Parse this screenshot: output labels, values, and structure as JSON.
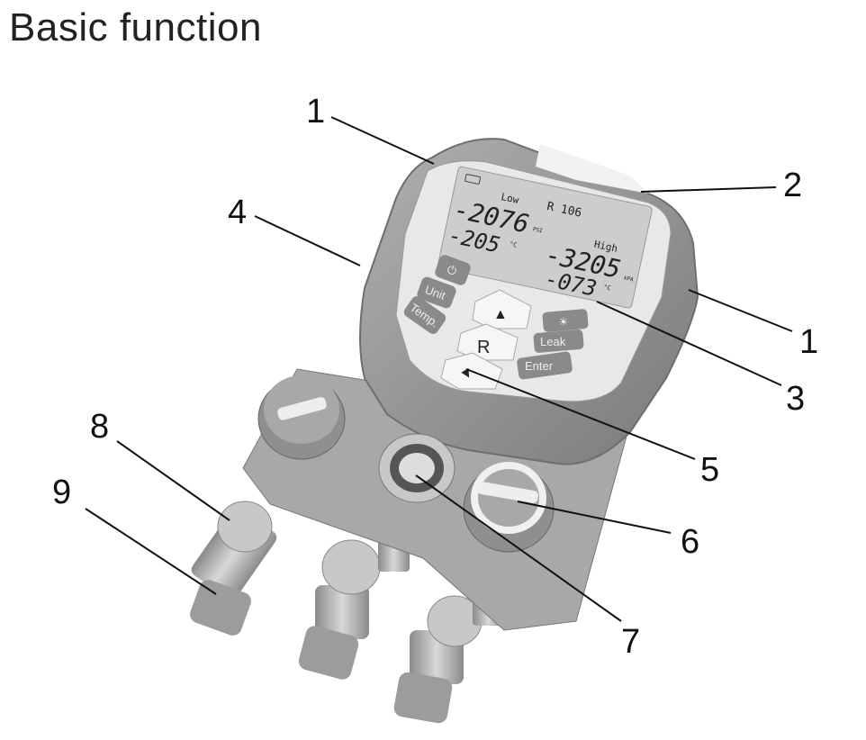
{
  "title": "Basic function",
  "callouts": [
    "1",
    "2",
    "4",
    "1",
    "3",
    "5",
    "6",
    "7",
    "8",
    "9"
  ],
  "lcd": {
    "low": "Low",
    "refrigerant": "R 106",
    "low_pressure": "-2076",
    "low_unit": "PSI",
    "high": "High",
    "high_pressure": "-3205",
    "high_unit": "kPA",
    "low_temp": "-205",
    "low_temp_unit": "°C",
    "high_temp": "-073",
    "high_temp_unit": "°C"
  },
  "buttons": {
    "power": "⏻",
    "unit": "Unit",
    "temp": "Temp.",
    "up": "▲",
    "r": "R",
    "down": "▼",
    "backlight": "☀",
    "leak": "Leak",
    "enter": "Enter"
  },
  "colors": {
    "body": "#9a9a9a",
    "body_dark": "#7d7d7d",
    "panel": "#e6e6e6",
    "lcd": "#cfcfcf",
    "metal": "#b5b5b5"
  }
}
